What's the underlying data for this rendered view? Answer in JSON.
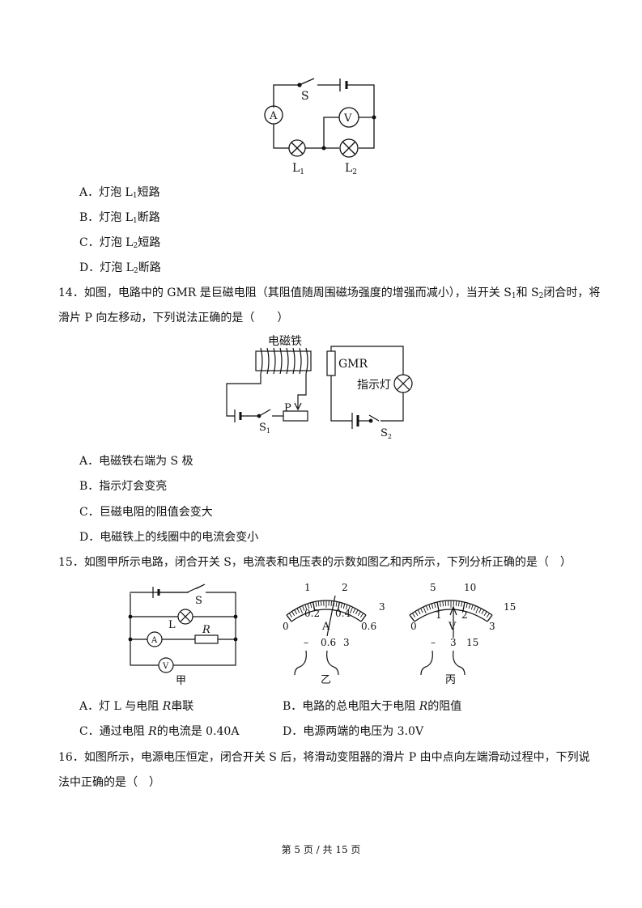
{
  "q13": {
    "figure": {
      "switch_label": "S",
      "ammeter_label": "A",
      "voltmeter_label": "V",
      "lamp1_label": "L",
      "lamp1_sub": "1",
      "lamp2_label": "L",
      "lamp2_sub": "2"
    },
    "options": [
      {
        "pre": "A．灯泡 L",
        "sub": "1",
        "post": "短路"
      },
      {
        "pre": "B．灯泡 L",
        "sub": "1",
        "post": "断路"
      },
      {
        "pre": "C．灯泡 L",
        "sub": "2",
        "post": "短路"
      },
      {
        "pre": "D．灯泡 L",
        "sub": "2",
        "post": "断路"
      }
    ]
  },
  "q14": {
    "line1": {
      "a": "14．如图，电路中的 GMR 是巨磁电阻（其阻值随周围磁场强度的增强而减小），当开关 S",
      "s1": "1",
      "b": "和 S",
      "s2": "2",
      "c": "闭合时，将"
    },
    "line2": "滑片 P 向左移动，下列说法正确的是（　　）",
    "figure": {
      "electromagnet_label": "电磁铁",
      "gmr_label": "GMR",
      "indicator_label": "指示灯",
      "slider_label": "P",
      "s1_label": "S",
      "s1_sub": "1",
      "s2_label": "S",
      "s2_sub": "2"
    },
    "options": [
      "A．电磁铁右端为 S 极",
      "B．指示灯会变亮",
      "C．巨磁电阻的阻值会变大",
      "D．电磁铁上的线圈中的电流会变小"
    ]
  },
  "q15": {
    "stem": "15．如图甲所示电路，闭合开关 S，电流表和电压表的示数如图乙和丙所示，下列分析正确的是（　）",
    "circuit": {
      "switch_label": "S",
      "lamp_label": "L",
      "resistor_label": "R",
      "ammeter_label": "A",
      "voltmeter_label": "V",
      "caption": "甲"
    },
    "ammeter": {
      "major_top": [
        "1",
        "2"
      ],
      "end_top": "3",
      "zero": "0",
      "inner": [
        "0.2",
        "0.4"
      ],
      "end_inner": "0.6",
      "symbol": "A",
      "terminals": [
        "–",
        "0.6",
        "3"
      ],
      "caption": "乙"
    },
    "voltmeter": {
      "major_top": [
        "5",
        "10"
      ],
      "end_top": "15",
      "zero": "0",
      "inner": [
        "1",
        "2"
      ],
      "end_inner": "3",
      "symbol": "V",
      "terminals": [
        "–",
        "3",
        "15"
      ],
      "caption": "丙"
    },
    "options": [
      {
        "pre": "A．灯 L 与电阻 ",
        "it": "R",
        "post": "串联"
      },
      {
        "pre": "B．电路的总电阻大于电阻 ",
        "it": "R",
        "post": "的阻值"
      },
      {
        "pre": "C．通过电阻 ",
        "it": "R",
        "post": "的电流是 0.40A"
      },
      {
        "pre": "D．电源两端的电压为 3.0V",
        "it": "",
        "post": ""
      }
    ]
  },
  "q16": {
    "line1": "16．如图所示，电源电压恒定，闭合开关 S 后，将滑动变阻器的滑片 P 由中点向左端滑动过程中，下列说",
    "line2": "法中正确的是（　）"
  },
  "footer": "第 5 页 / 共 15 页"
}
